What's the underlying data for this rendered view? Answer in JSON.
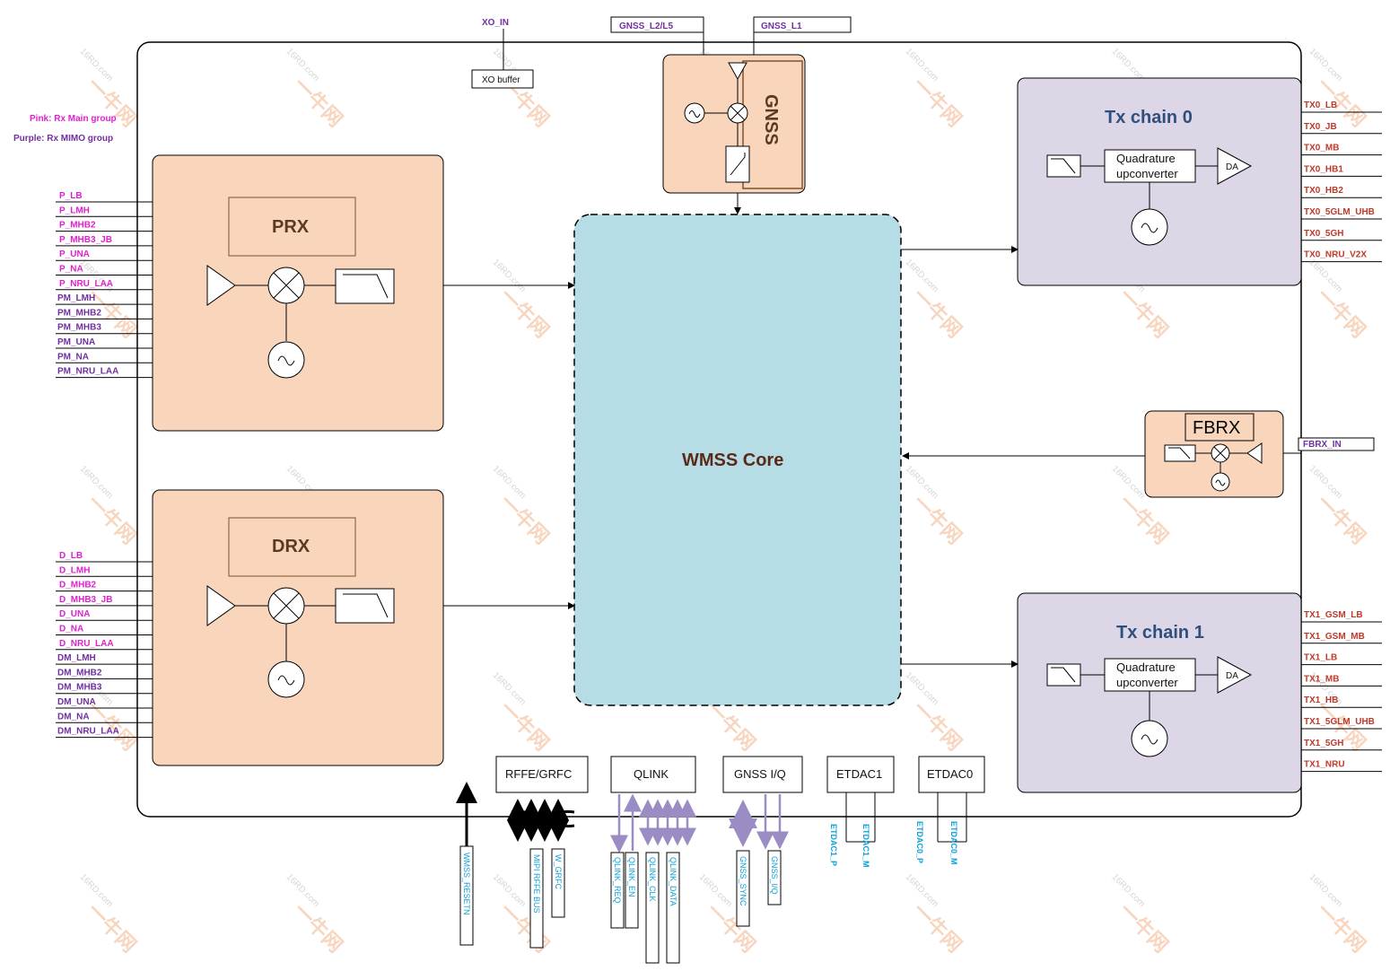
{
  "legend": {
    "pink": "Pink: Rx Main group",
    "purple": "Purple: Rx MIMO group"
  },
  "top_inputs": {
    "xo_in": "XO_IN",
    "xo_buffer": "XO buffer",
    "gnss_l2l5": "GNSS_L2/L5",
    "gnss_l1": "GNSS_L1"
  },
  "blocks": {
    "prx": "PRX",
    "drx": "DRX",
    "gnss": "GNSS",
    "core": "WMSS Core",
    "tx0": "Tx chain 0",
    "tx1": "Tx chain 1",
    "fbrx": "FBRX",
    "quad": "Quadrature upconverter",
    "da": "DA"
  },
  "prx_pins": [
    "P_LB",
    "P_LMH",
    "P_MHB2",
    "P_MHB3_JB",
    "P_UNA",
    "P_NA",
    "P_NRU_LAA",
    "PM_LMH",
    "PM_MHB2",
    "PM_MHB3",
    "PM_UNA",
    "PM_NA",
    "PM_NRU_LAA"
  ],
  "drx_pins": [
    "D_LB",
    "D_LMH",
    "D_MHB2",
    "D_MHB3_JB",
    "D_UNA",
    "D_NA",
    "D_NRU_LAA",
    "DM_LMH",
    "DM_MHB2",
    "DM_MHB3",
    "DM_UNA",
    "DM_NA",
    "DM_NRU_LAA"
  ],
  "tx0_pins": [
    "TX0_LB",
    "TX0_JB",
    "TX0_MB",
    "TX0_HB1",
    "TX0_HB2",
    "TX0_5GLM_UHB",
    "TX0_5GH",
    "TX0_NRU_V2X"
  ],
  "tx1_pins": [
    "TX1_GSM_LB",
    "TX1_GSM_MB",
    "TX1_LB",
    "TX1_MB",
    "TX1_HB",
    "TX1_5GLM_UHB",
    "TX1_5GH",
    "TX1_NRU"
  ],
  "fbrx_in": "FBRX_IN",
  "bottom_blocks": [
    "RFFE/GRFC",
    "QLINK",
    "GNSS I/Q",
    "ETDAC1",
    "ETDAC0"
  ],
  "bottom_signals": {
    "reset": "WMSS_RESETN",
    "mipi": "MIPI RFFE BUS",
    "wgrfc": "W_GRFC",
    "qreq": "QLINK_REQ",
    "qen": "QLINK_EN",
    "qclk": "QLINK_CLK",
    "qdata": "QLINK_DATA",
    "gsync": "GNSS_SYNC",
    "giq": "GNSS_I/Q",
    "e1p": "ETDAC1_P",
    "e1m": "ETDAC1_M",
    "e0p": "ETDAC0_P",
    "e0m": "ETDAC0_M"
  },
  "watermark": {
    "logo": "一牛网",
    "site": "16RD.com"
  },
  "colors": {
    "rx_block": "#f9d6bb",
    "core": "#b6dce5",
    "tx_block": "#dcd6e6",
    "pink": "#e020d0",
    "purple": "#7030a0",
    "tx_label": "#c0392b",
    "signal_blue": "#0aa0d8",
    "qlink_arrow": "#9b8cc4"
  }
}
